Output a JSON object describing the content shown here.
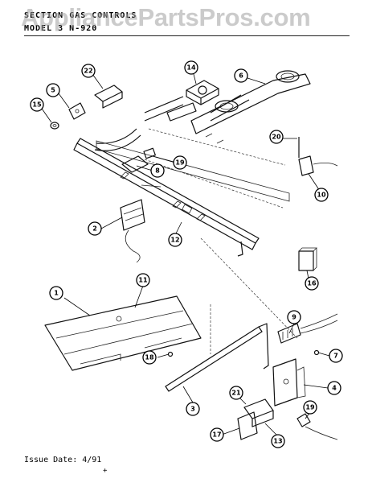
{
  "header": {
    "section_label": "SECTION",
    "section_value": "GAS CONTROLS",
    "model_label": "MODEL",
    "model_value": "3 N-920"
  },
  "watermark": "AppliancePartsPros.com",
  "footer": {
    "issue_date": "Issue Date: 4/91",
    "mark": "+"
  },
  "callouts": [
    {
      "id": "1",
      "label": "1"
    },
    {
      "id": "2",
      "label": "2"
    },
    {
      "id": "3",
      "label": "3"
    },
    {
      "id": "4",
      "label": "4"
    },
    {
      "id": "5",
      "label": "5"
    },
    {
      "id": "6",
      "label": "6"
    },
    {
      "id": "7",
      "label": "7"
    },
    {
      "id": "8",
      "label": "8"
    },
    {
      "id": "9",
      "label": "9"
    },
    {
      "id": "10",
      "label": "10"
    },
    {
      "id": "11",
      "label": "11"
    },
    {
      "id": "12",
      "label": "12"
    },
    {
      "id": "13",
      "label": "13"
    },
    {
      "id": "14",
      "label": "14"
    },
    {
      "id": "15",
      "label": "15"
    },
    {
      "id": "16",
      "label": "16"
    },
    {
      "id": "17",
      "label": "17"
    },
    {
      "id": "18",
      "label": "18"
    },
    {
      "id": "19a",
      "label": "19"
    },
    {
      "id": "19b",
      "label": "19"
    },
    {
      "id": "20",
      "label": "20"
    },
    {
      "id": "21",
      "label": "21"
    },
    {
      "id": "22",
      "label": "22"
    }
  ]
}
